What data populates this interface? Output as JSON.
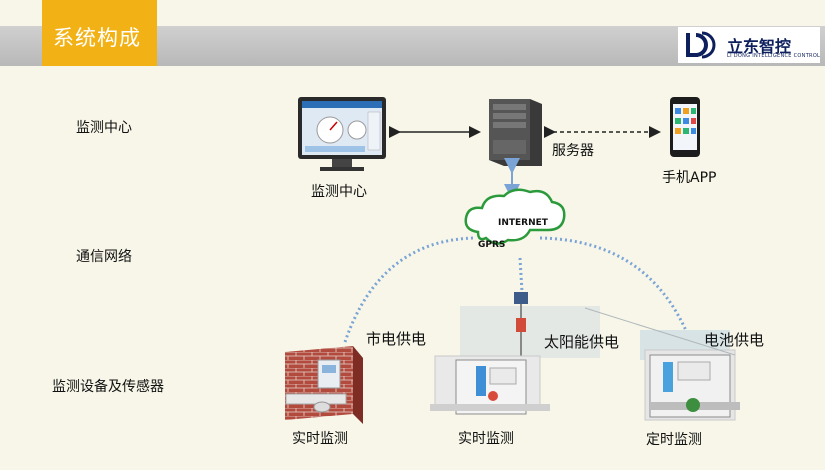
{
  "header": {
    "title": "系统构成",
    "logo_text": "立东智控",
    "logo_sub": "LI DONG INTELLIGENCE CONTROL"
  },
  "rows": {
    "monitor_center": "监测中心",
    "network": "通信网络",
    "devices": "监测设备及传感器"
  },
  "nodes": {
    "monitor_center": "监测中心",
    "server": "服务器",
    "mobile_app": "手机APP",
    "internet": "INTERNET",
    "gprs": "GPRS"
  },
  "power": {
    "mains": "市电供电",
    "solar": "太阳能供电",
    "battery": "电池供电"
  },
  "devices": {
    "left": "实时监测",
    "middle": "实时监测",
    "right": "定时监测"
  },
  "colors": {
    "title_bg": "#f2b114",
    "header_bg": "#c4c4c4",
    "wireless_link": "#7aa3d6",
    "logo": "#0d1f5c"
  }
}
